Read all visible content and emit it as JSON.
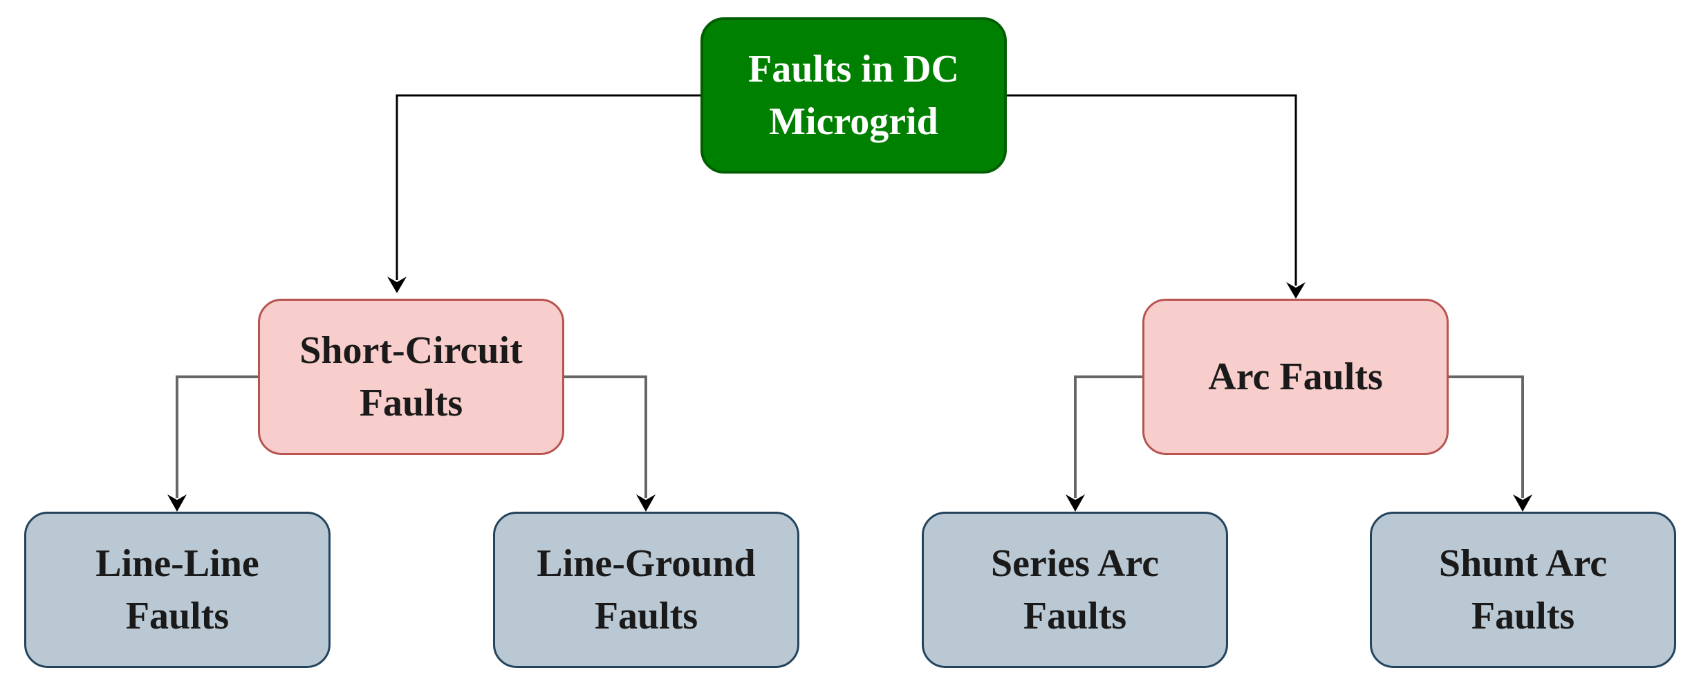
{
  "colors": {
    "root_fill": "#008000",
    "category_fill": "#f8cecc",
    "leaf_fill": "#bac8d3",
    "edge_root": "#000000",
    "edge_child": "#666666"
  },
  "root": {
    "label": "Faults in DC\nMicrogrid"
  },
  "categories": [
    {
      "label": "Short-Circuit\nFaults",
      "children": [
        {
          "label": "Line-Line\nFaults"
        },
        {
          "label": "Line-Ground\nFaults"
        }
      ]
    },
    {
      "label": "Arc Faults",
      "children": [
        {
          "label": "Series Arc\nFaults"
        },
        {
          "label": "Shunt Arc\nFaults"
        }
      ]
    }
  ]
}
